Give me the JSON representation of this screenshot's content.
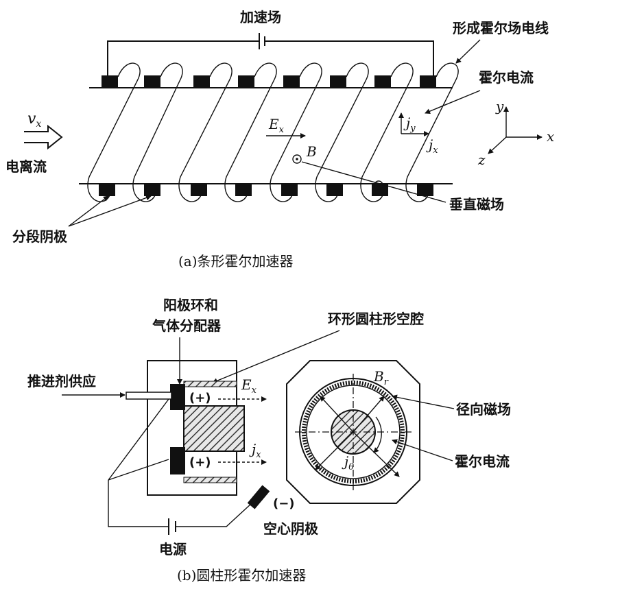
{
  "panel_a": {
    "accel_field": "加速场",
    "hall_wire": "形成霍尔场电线",
    "hall_current": "霍尔电流",
    "vx": "v",
    "vx_sub": "x",
    "plasma_flow": "电离流",
    "ex": "E",
    "ex_sub": "x",
    "jy": "j",
    "jy_sub": "y",
    "jx": "j",
    "jx_sub": "x",
    "b": "B",
    "axis_x": "x",
    "axis_y": "y",
    "axis_z": "z",
    "vertical_field": "垂直磁场",
    "cathode": "分段阴极",
    "caption": "(a)条形霍尔加速器"
  },
  "panel_b": {
    "cathode_ring_1": "阳极环和",
    "cathode_ring_2": "气体分配器",
    "cavity": "环形圆柱形空腔",
    "propellant": "推进剂供应",
    "ex": "E",
    "ex_sub": "x",
    "jx": "j",
    "jx_sub": "x",
    "plus_top": "(+)",
    "plus_bottom": "(+)",
    "minus": "(−)",
    "br": "B",
    "br_sub": "r",
    "radial_field": "径向磁场",
    "jtheta": "j",
    "jtheta_sub": "θ",
    "hall_current": "霍尔电流",
    "hollow_cathode": "空心阴极",
    "power": "电源",
    "caption": "(b)圆柱形霍尔加速器"
  }
}
